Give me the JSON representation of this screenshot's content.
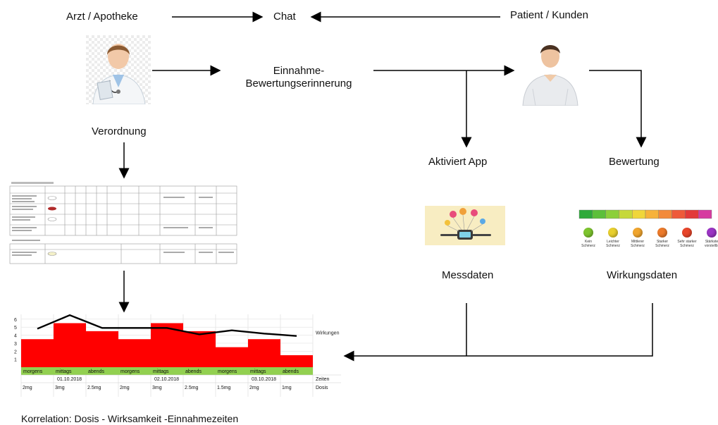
{
  "actors": {
    "doctor_label": "Arzt / Apotheke",
    "chat_label": "Chat",
    "patient_label": "Patient / Kunden",
    "reminder_label_line1": "Einnahme-",
    "reminder_label_line2": "Bewertungserinnerung",
    "prescription_label": "Verordnung",
    "app_label": "Aktiviert App",
    "rating_label": "Bewertung",
    "measurement_label": "Messdaten",
    "effect_label": "Wirkungsdaten"
  },
  "caption": "Korrelation: Dosis - Wirksamkeit -Einnahmezeiten",
  "pain_scale": {
    "colors": [
      "#2eaa3a",
      "#5cbf3a",
      "#8ccf3a",
      "#c6d83a",
      "#f0d63a",
      "#f6b23a",
      "#f28a3a",
      "#ee5a3a",
      "#e23a3a",
      "#d63aa0"
    ],
    "faces": [
      {
        "color": "#7dc42e",
        "label1": "Kein",
        "label2": "Schmerz"
      },
      {
        "color": "#e8cf2e",
        "label1": "Leichter",
        "label2": "Schmerz"
      },
      {
        "color": "#f0a52e",
        "label1": "Mittlerer",
        "label2": "Schmerz"
      },
      {
        "color": "#ec7a2a",
        "label1": "Starker",
        "label2": "Schmerz"
      },
      {
        "color": "#e8452a",
        "label1": "Sehr starker",
        "label2": "Schmerz"
      },
      {
        "color": "#9b35c4",
        "label1": "Stärkste",
        "label2": "vorstellb."
      }
    ]
  },
  "chart_data": {
    "type": "bar",
    "categories": [
      "morgens",
      "mittags",
      "abends",
      "morgens",
      "mittags",
      "abends",
      "morgens",
      "mittags",
      "abends"
    ],
    "y_ticks": [
      1,
      2,
      3,
      4,
      5,
      6
    ],
    "ylim": [
      0,
      6.6
    ],
    "series": [
      {
        "name": "",
        "type": "bar",
        "color": "#ff0000",
        "values": [
          3.5,
          5.5,
          4.5,
          3.5,
          5.5,
          4.5,
          2.5,
          3.5,
          1.5
        ]
      },
      {
        "name": "Wirkungen",
        "type": "line",
        "color": "#000000",
        "values": [
          4.8,
          6.5,
          4.9,
          4.9,
          4.9,
          4.1,
          4.6,
          4.2,
          3.9
        ]
      }
    ],
    "dates": [
      "01.10.2018",
      "02.10.2018",
      "03.10.2018"
    ],
    "doses": [
      "2mg",
      "3mg",
      "2.5mg",
      "2mg",
      "3mg",
      "2.5mg",
      "1.5mg",
      "2mg",
      "1mg"
    ],
    "row_labels": {
      "times": "Zeiten",
      "doses": "Dosis"
    },
    "category_band_color": "#92d050"
  }
}
